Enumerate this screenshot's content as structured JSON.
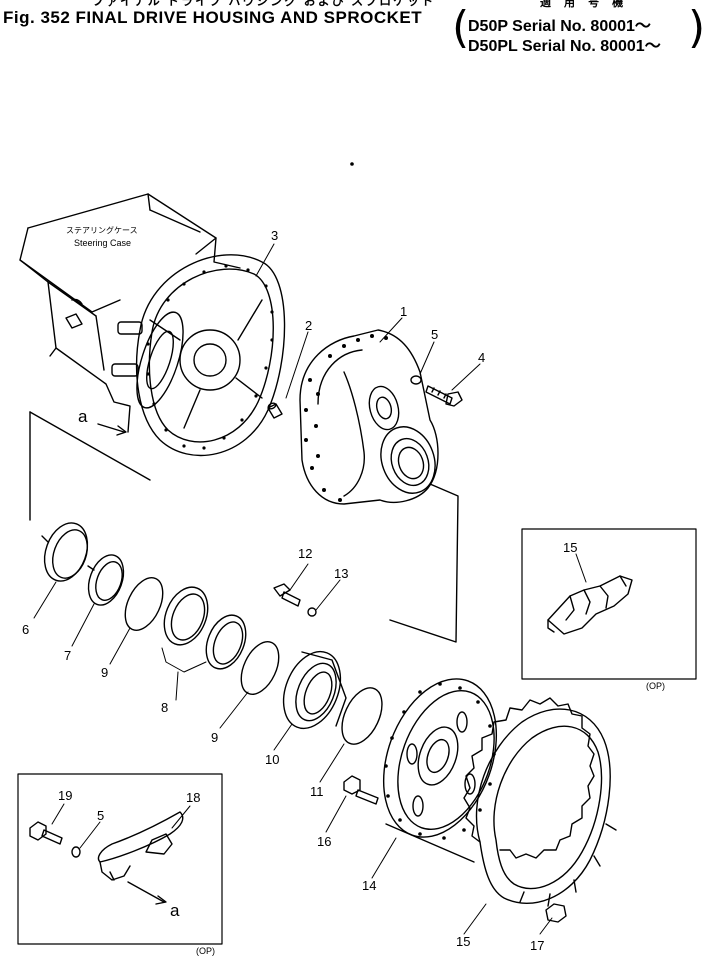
{
  "header": {
    "japanese_title": "ファイナル ドライブ ハウジング および スプロケット",
    "figure_title": "Fig. 352  FINAL DRIVE HOUSING AND SPROCKET",
    "applicability_japanese": "適 用 号 機",
    "serials": [
      "D50P   Serial No. 80001～",
      "D50PL  Serial No. 80001～"
    ]
  },
  "labels": {
    "steering_case_jp": "ステアリングケース",
    "steering_case_en": "Steering Case",
    "ref_a_main": "a",
    "ref_a_inset": "a",
    "inset_op_right": "(OP)",
    "inset_op_left": "(OP)"
  },
  "callouts": [
    "1",
    "2",
    "3",
    "4",
    "5",
    "6",
    "7",
    "8",
    "9",
    "9",
    "10",
    "11",
    "12",
    "13",
    "14",
    "15",
    "15",
    "16",
    "17",
    "18",
    "19",
    "5"
  ],
  "colors": {
    "line": "#000000",
    "background": "#ffffff"
  }
}
